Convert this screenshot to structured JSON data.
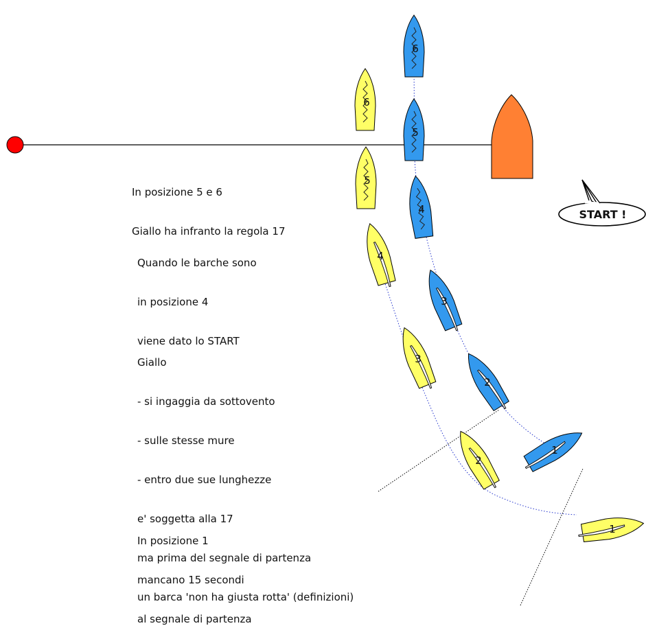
{
  "annotations": {
    "pos56": [
      "In posizione 5 e 6",
      "Giallo ha infranto la regola 17"
    ],
    "pos4": [
      "Quando le barche sono",
      "in posizione 4",
      "viene dato lo START"
    ],
    "giallo": [
      "Giallo",
      "- si ingaggia da sottovento",
      "- sulle stesse mure",
      "- entro due sue lunghezze",
      "e' soggetta alla 17",
      "ma prima del segnale di partenza",
      "un barca 'non ha giusta rotta' (definizioni)"
    ],
    "pos1": [
      "In posizione 1",
      "mancano 15 secondi",
      "al segnale di partenza"
    ]
  },
  "speech_bubble": "START !",
  "boats": {
    "yellow": {
      "color": "#ffff66",
      "labels": [
        "1",
        "2",
        "3",
        "4",
        "5",
        "6"
      ]
    },
    "blue": {
      "color": "#3399ee",
      "labels": [
        "1",
        "2",
        "3",
        "4",
        "5",
        "6"
      ]
    }
  },
  "committee_boat_color": "#ff8033",
  "pin_buoy_color": "#ff0000"
}
